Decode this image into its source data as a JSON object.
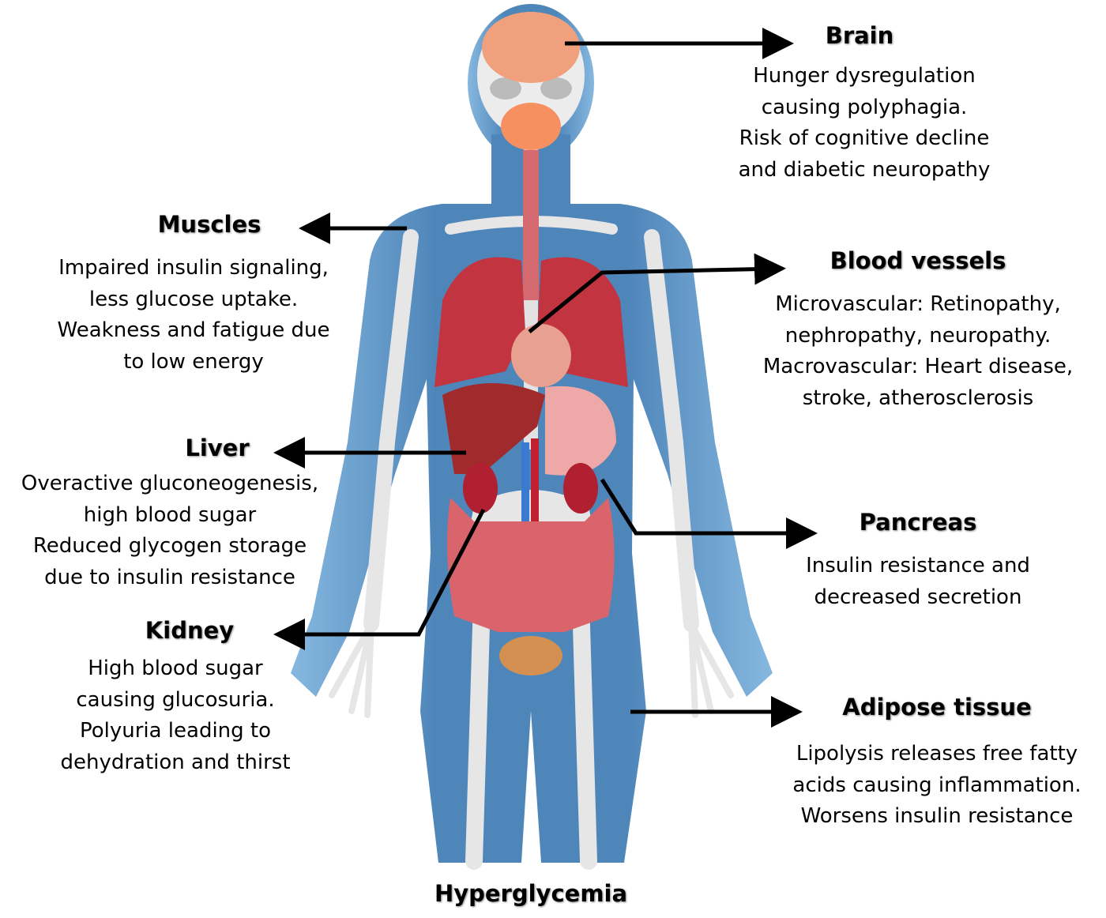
{
  "title": "Hyperglycemia",
  "colors": {
    "body": "#4f86ba",
    "body_edge": "#86b8df",
    "bone": "#e6e6e6",
    "lung": "#c23440",
    "liver": "#a02a2c",
    "intestine": "#d9646c",
    "brain": "#f0a07c",
    "arrow": "#000000"
  },
  "organs": [
    {
      "id": "brain",
      "heading": "Brain",
      "lines": [
        "Hunger dysregulation",
        "causing polyphagia.",
        "Risk of cognitive decline",
        "and diabetic neuropathy"
      ]
    },
    {
      "id": "muscles",
      "heading": "Muscles",
      "lines": [
        "Impaired insulin signaling,",
        "less glucose uptake.",
        "Weakness and fatigue due",
        "to low energy"
      ]
    },
    {
      "id": "blood_vessels",
      "heading": "Blood vessels",
      "lines": [
        "Microvascular: Retinopathy,",
        "nephropathy, neuropathy.",
        "Macrovascular: Heart disease,",
        "stroke, atherosclerosis"
      ]
    },
    {
      "id": "liver",
      "heading": "Liver",
      "lines": [
        "Overactive gluconeogenesis,",
        "high blood sugar",
        "Reduced glycogen storage",
        "due to insulin resistance"
      ]
    },
    {
      "id": "pancreas",
      "heading": "Pancreas",
      "lines": [
        "Insulin resistance and",
        "decreased secretion"
      ]
    },
    {
      "id": "kidney",
      "heading": "Kidney",
      "lines": [
        "High blood sugar",
        "causing glucosuria.",
        "Polyuria leading to",
        "dehydration and thirst"
      ]
    },
    {
      "id": "adipose",
      "heading": "Adipose tissue",
      "lines": [
        "Lipolysis releases free fatty",
        "acids causing inflammation.",
        "Worsens insulin resistance"
      ]
    }
  ]
}
